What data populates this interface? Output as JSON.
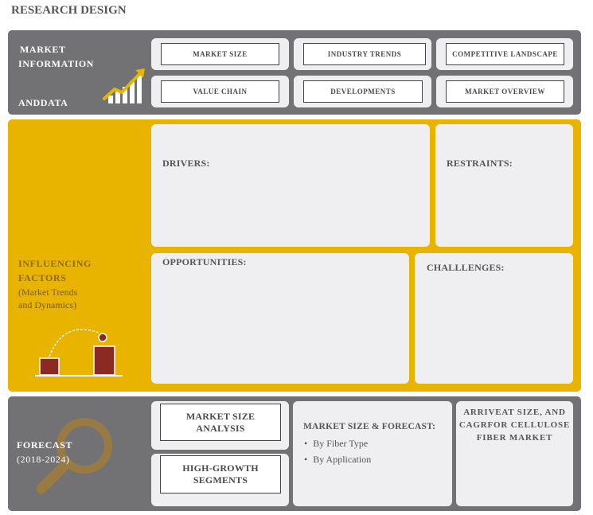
{
  "title": "RESEARCH DESIGN",
  "market_information": {
    "label_line1": "MARKET",
    "label_line2": "INFORMATION",
    "label_line3": "ANDDATA",
    "items": [
      "MARKET SIZE",
      "INDUSTRY TRENDS",
      "COMPETITIVE LANDSCAPE",
      "VALUE CHAIN",
      "DEVELOPMENTS",
      "MARKET OVERVIEW"
    ],
    "icon": "bar-chart-growth-icon"
  },
  "influencing_factors": {
    "label_line1": "INFLUENCING",
    "label_line2": "FACTORS",
    "sub_line1": "(Market Trends",
    "sub_line2": "and Dynamics)",
    "drivers": "DRIVERS:",
    "restraints": "RESTRAINTS:",
    "opportunities": "OPPORTUNITIES:",
    "challenges": "CHALLLENGES:",
    "icon": "bouncing-ball-bars-icon"
  },
  "forecast": {
    "label_line1": "FORECAST",
    "label_line2": "(2018-2024)",
    "market_size_analysis": "MARKET SIZE ANALYSIS",
    "high_growth_line1": "HIGH-GROWTH",
    "high_growth_line2": "SEGMENTS",
    "market_size_forecast": "MARKET SIZE & FORECAST:",
    "bullets": [
      "By Fiber Type",
      "By Application"
    ],
    "arrive_line1": "ARRIVEAT SIZE, AND",
    "arrive_line2": "CAGRFOR CELLULOSE",
    "arrive_line3": "FIBER MARKET",
    "icon": "magnifier-icon"
  },
  "colors": {
    "gray": "#727174",
    "yellow": "#e8b400",
    "maroon": "#8b2a23",
    "panel": "#efeef0"
  }
}
